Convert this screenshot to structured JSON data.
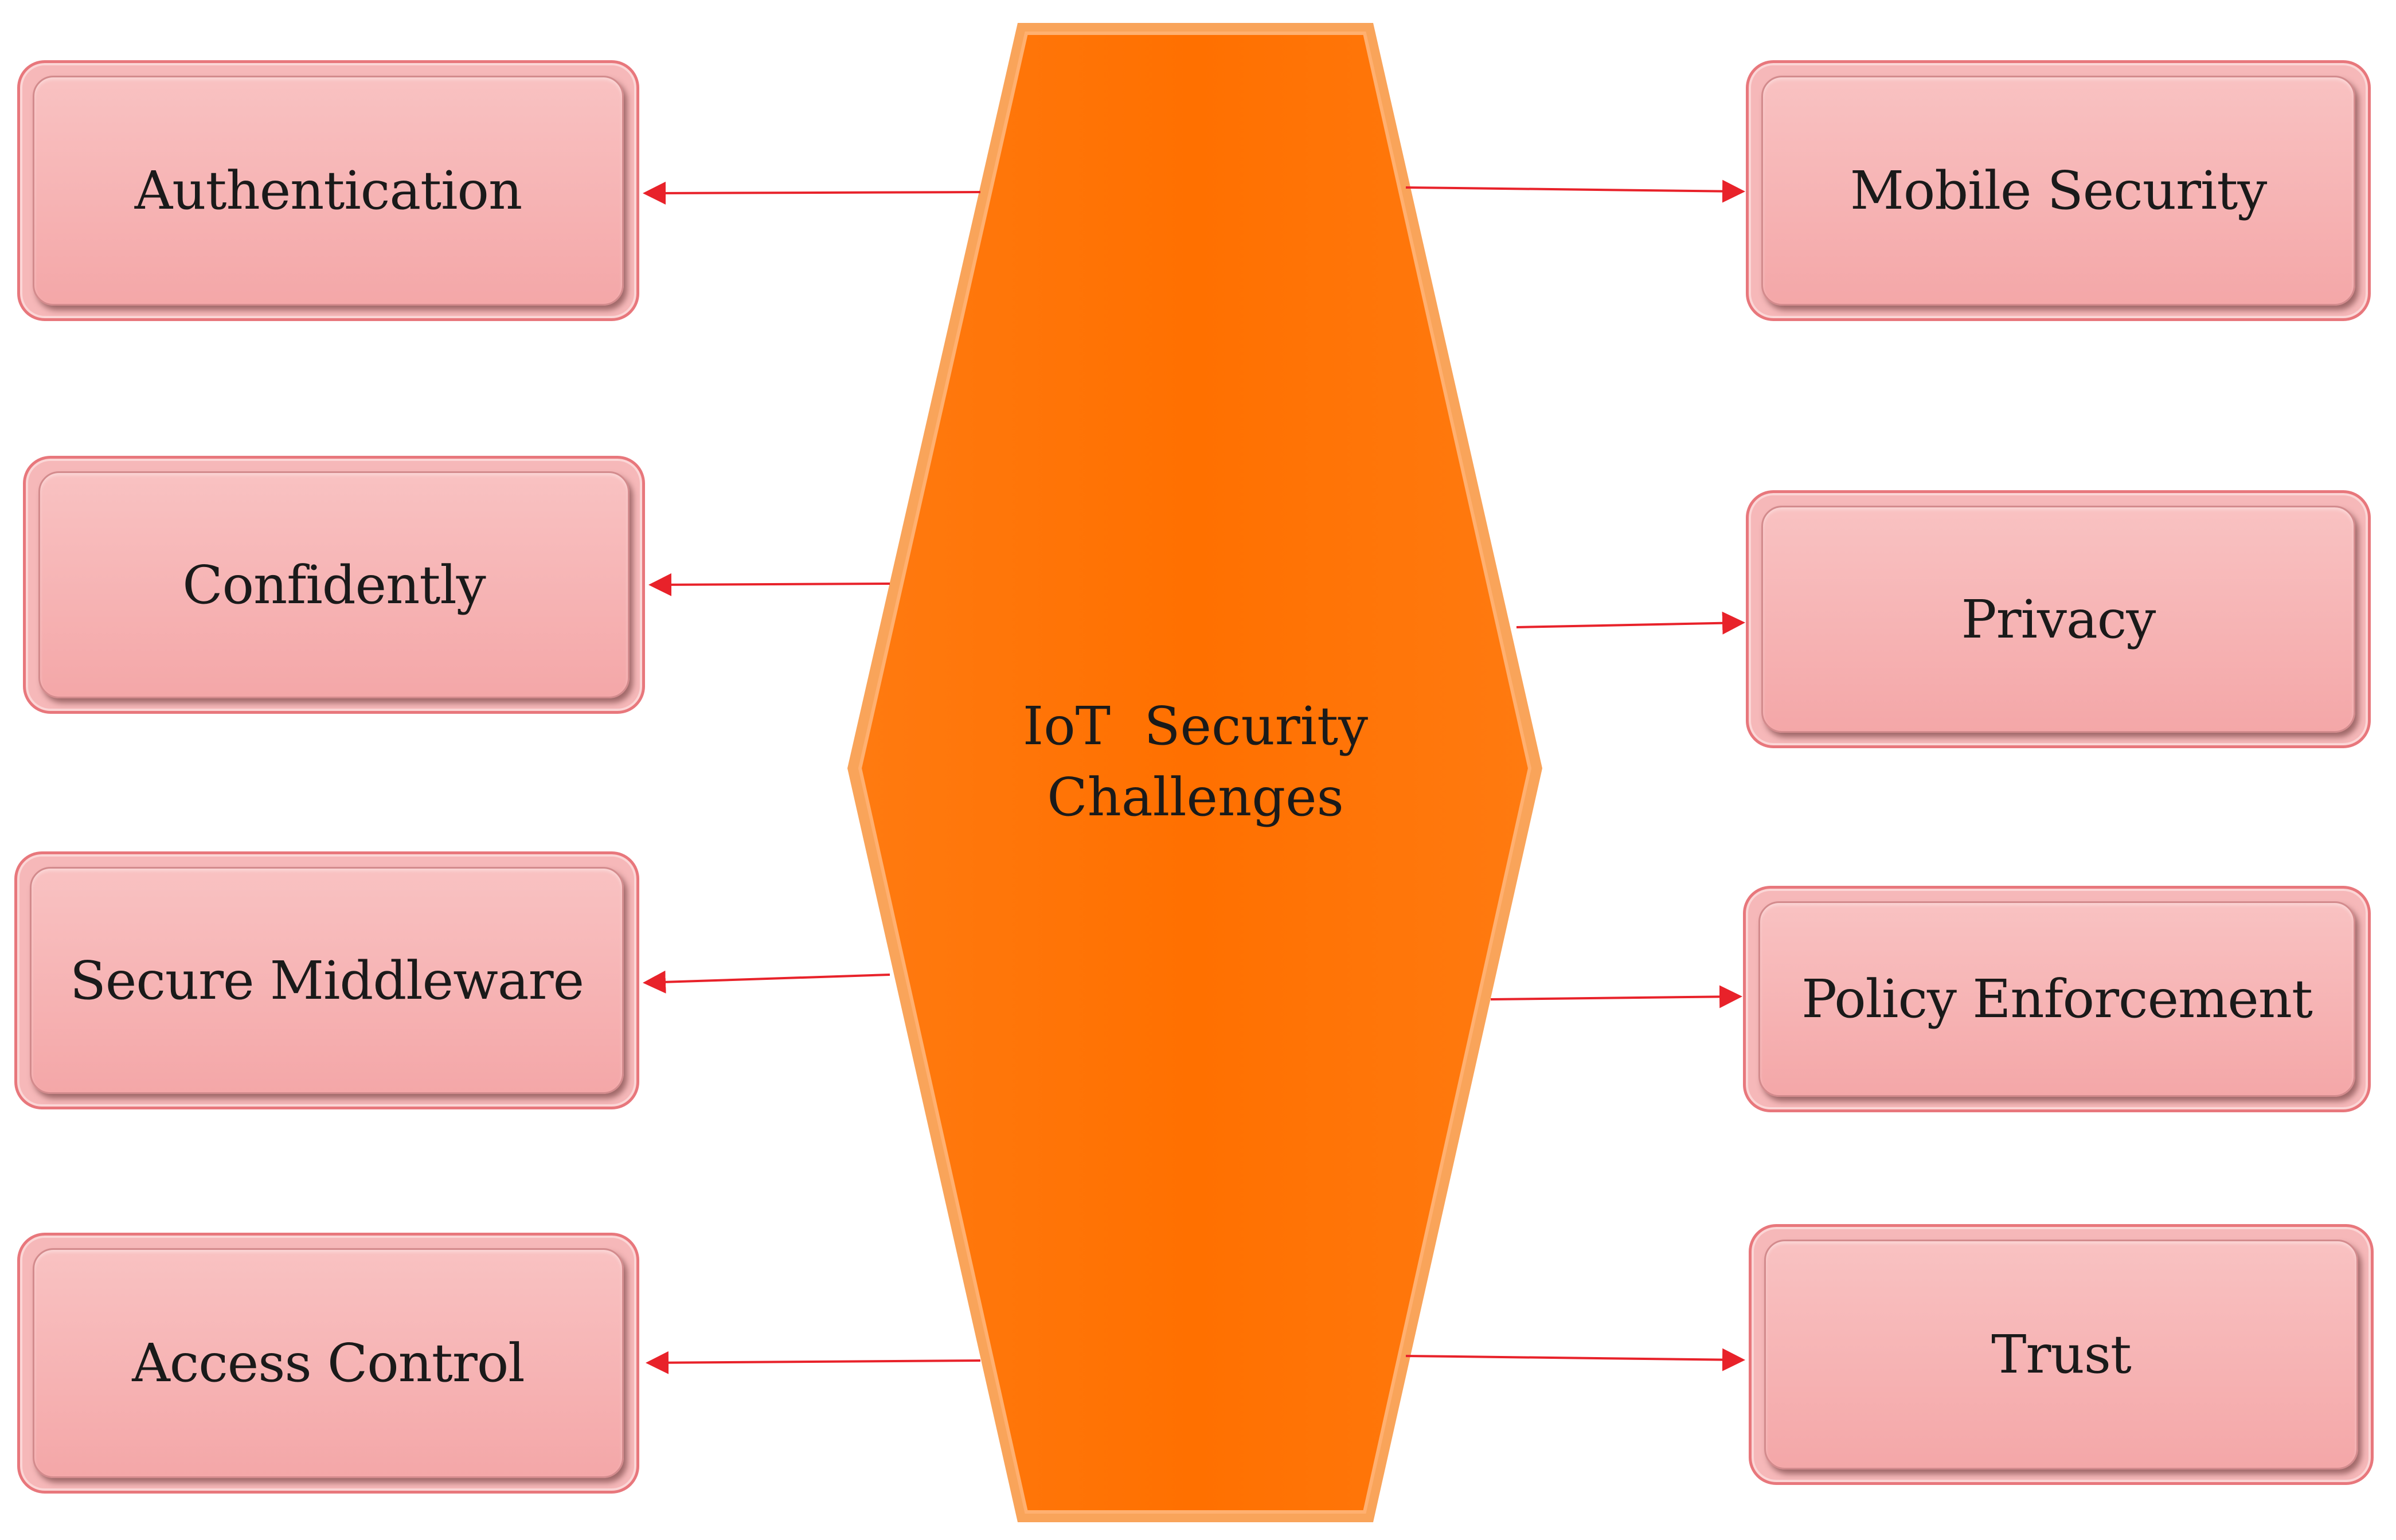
{
  "center": {
    "line1": "IoT  Security",
    "line2": "Challenges"
  },
  "left_items": [
    {
      "label": "Authentication"
    },
    {
      "label": "Confidently"
    },
    {
      "label": "Secure Middleware"
    },
    {
      "label": "Access Control"
    }
  ],
  "right_items": [
    {
      "label": "Mobile Security"
    },
    {
      "label": "Privacy"
    },
    {
      "label": "Policy Enforcement"
    },
    {
      "label": "Trust"
    }
  ],
  "colors": {
    "hexagon": "#ff7300",
    "hexagon_border": "#f79a4a",
    "box_fill": "#f6b8b9",
    "box_border": "#e8777c",
    "arrow": "#e8222a"
  }
}
